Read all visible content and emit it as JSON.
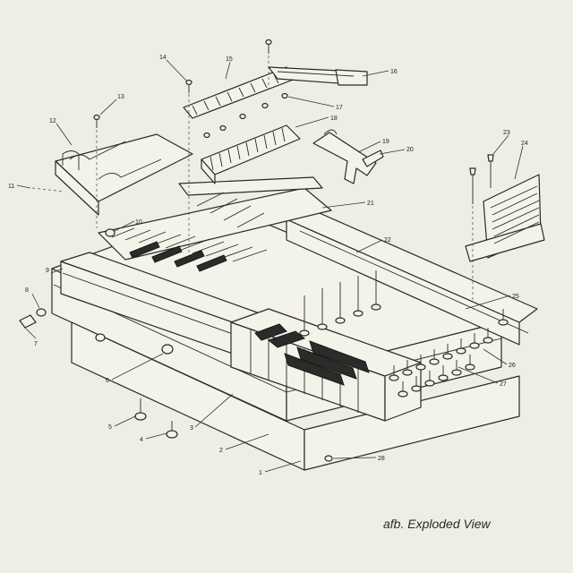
{
  "caption": "afb. Exploded View",
  "callouts": [
    {
      "id": "1",
      "label": "1"
    },
    {
      "id": "2",
      "label": "2"
    },
    {
      "id": "3",
      "label": "3"
    },
    {
      "id": "4",
      "label": "4"
    },
    {
      "id": "5",
      "label": "5"
    },
    {
      "id": "6",
      "label": "6"
    },
    {
      "id": "7",
      "label": "7"
    },
    {
      "id": "8",
      "label": "8"
    },
    {
      "id": "9",
      "label": "9"
    },
    {
      "id": "10",
      "label": "10"
    },
    {
      "id": "11",
      "label": "11"
    },
    {
      "id": "12",
      "label": "12"
    },
    {
      "id": "13",
      "label": "13"
    },
    {
      "id": "14",
      "label": "14"
    },
    {
      "id": "15",
      "label": "15"
    },
    {
      "id": "16",
      "label": "16"
    },
    {
      "id": "17",
      "label": "17"
    },
    {
      "id": "18",
      "label": "18"
    },
    {
      "id": "19",
      "label": "19"
    },
    {
      "id": "20",
      "label": "20"
    },
    {
      "id": "21",
      "label": "21"
    },
    {
      "id": "22",
      "label": "22"
    },
    {
      "id": "23",
      "label": "23"
    },
    {
      "id": "24",
      "label": "24"
    },
    {
      "id": "25",
      "label": "25"
    },
    {
      "id": "26",
      "label": "26"
    },
    {
      "id": "27",
      "label": "27"
    },
    {
      "id": "28",
      "label": "28"
    }
  ]
}
